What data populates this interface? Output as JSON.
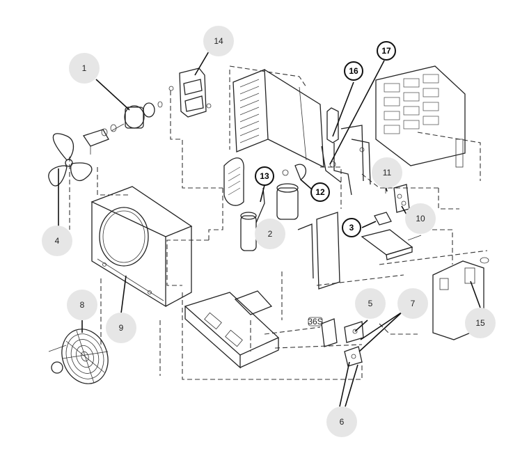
{
  "callouts": [
    {
      "id": "1",
      "style": "grey"
    },
    {
      "id": "14",
      "style": "grey"
    },
    {
      "id": "16",
      "style": "white"
    },
    {
      "id": "17",
      "style": "white"
    },
    {
      "id": "11",
      "style": "grey"
    },
    {
      "id": "13",
      "style": "white"
    },
    {
      "id": "12",
      "style": "white"
    },
    {
      "id": "2",
      "style": "grey"
    },
    {
      "id": "3",
      "style": "white"
    },
    {
      "id": "10",
      "style": "grey"
    },
    {
      "id": "4",
      "style": "grey"
    },
    {
      "id": "8",
      "style": "grey"
    },
    {
      "id": "9",
      "style": "grey"
    },
    {
      "id": "5",
      "style": "grey"
    },
    {
      "id": "7",
      "style": "grey"
    },
    {
      "id": "15",
      "style": "grey"
    },
    {
      "id": "6",
      "style": "grey"
    }
  ],
  "tags": {
    "fastener_label": "36S"
  }
}
